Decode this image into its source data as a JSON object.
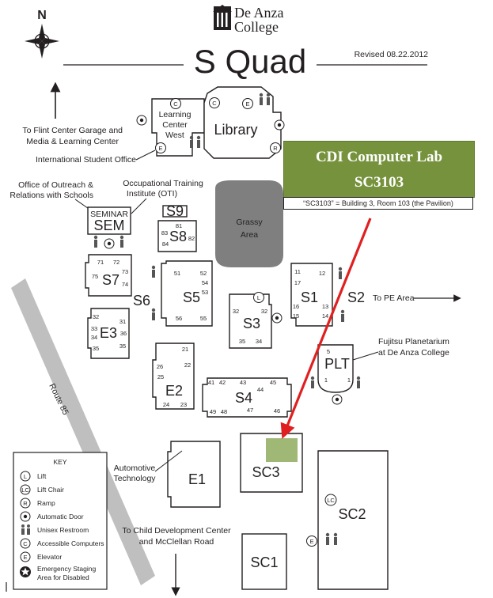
{
  "header": {
    "college_line1": "De Anza",
    "college_line2": "College",
    "title": "S Quad",
    "revised": "Revised 08.22.2012",
    "north": "N"
  },
  "callout": {
    "title": "CDI Computer Lab",
    "room": "SC3103",
    "note": "“SC3103” = Building 3, Room 103 (the Pavilion)",
    "color": "#76923c",
    "highlight_color": "#c4d7a4",
    "arrow_color": "#e02020"
  },
  "annotations": {
    "flint_1": "To Flint Center Garage and",
    "flint_2": "Media & Learning Center",
    "intl": "International Student Office",
    "outreach_1": "Office of Outreach &",
    "outreach_2": "Relations with Schools",
    "oti_1": "Occupational Training",
    "oti_2": "Institute (OTI)",
    "pe": "To PE Area",
    "planet_1": "Fujitsu Planetarium",
    "planet_2": "at De Anza College",
    "route": "Route 85",
    "auto_1": "Automotive",
    "auto_2": "Technology",
    "child_1": "To Child Development Center",
    "child_2": "and McClellan Road"
  },
  "buildings": {
    "library": "Library",
    "lcw_1": "Learning",
    "lcw_2": "Center",
    "lcw_3": "West",
    "seminar": "SEMINAR",
    "sem": "SEM",
    "grassy_1": "Grassy",
    "grassy_2": "Area",
    "s9": "S9",
    "s8": "S8",
    "s7": "S7",
    "s6": "S6",
    "s5": "S5",
    "s3": "S3",
    "s1": "S1",
    "s2": "S2",
    "e3": "E3",
    "e2": "E2",
    "s4": "S4",
    "plt": "PLT",
    "e1": "E1",
    "sc3": "SC3",
    "sc2": "SC2",
    "sc1": "SC1"
  },
  "rooms": {
    "s8": [
      "81",
      "83",
      "82",
      "84"
    ],
    "s7": [
      "71",
      "72",
      "73",
      "75",
      "74"
    ],
    "s5": [
      "51",
      "52",
      "54",
      "53",
      "56",
      "55"
    ],
    "s3": [
      "32",
      "32",
      "35",
      "34"
    ],
    "s1": [
      "11",
      "12",
      "17",
      "16",
      "13",
      "15",
      "14"
    ],
    "e3": [
      "32",
      "31",
      "33",
      "34",
      "36",
      "35",
      "35"
    ],
    "e2": [
      "21",
      "26",
      "22",
      "25",
      "24",
      "23"
    ],
    "s4": [
      "41",
      "42",
      "43",
      "45",
      "44",
      "49",
      "48",
      "47",
      "46"
    ],
    "plt": [
      "5",
      "1",
      "1"
    ]
  },
  "symbols": {
    "lift": "L",
    "lift_chair": "LC",
    "ramp": "R",
    "computers": "C",
    "elevator": "E"
  },
  "legend": {
    "title": "KEY",
    "items": [
      {
        "symbol": "L",
        "label": "Lift"
      },
      {
        "symbol": "LC",
        "label": "Lift Chair"
      },
      {
        "symbol": "R",
        "label": "Ramp"
      },
      {
        "symbol": "door",
        "label": "Automatic Door"
      },
      {
        "symbol": "restroom",
        "label": "Unisex Restroom"
      },
      {
        "symbol": "C",
        "label": "Accessible Computers"
      },
      {
        "symbol": "E",
        "label": "Elevator"
      },
      {
        "symbol": "star",
        "label": "Emergency Staging"
      }
    ],
    "item8_line2": "Area for Disabled"
  }
}
